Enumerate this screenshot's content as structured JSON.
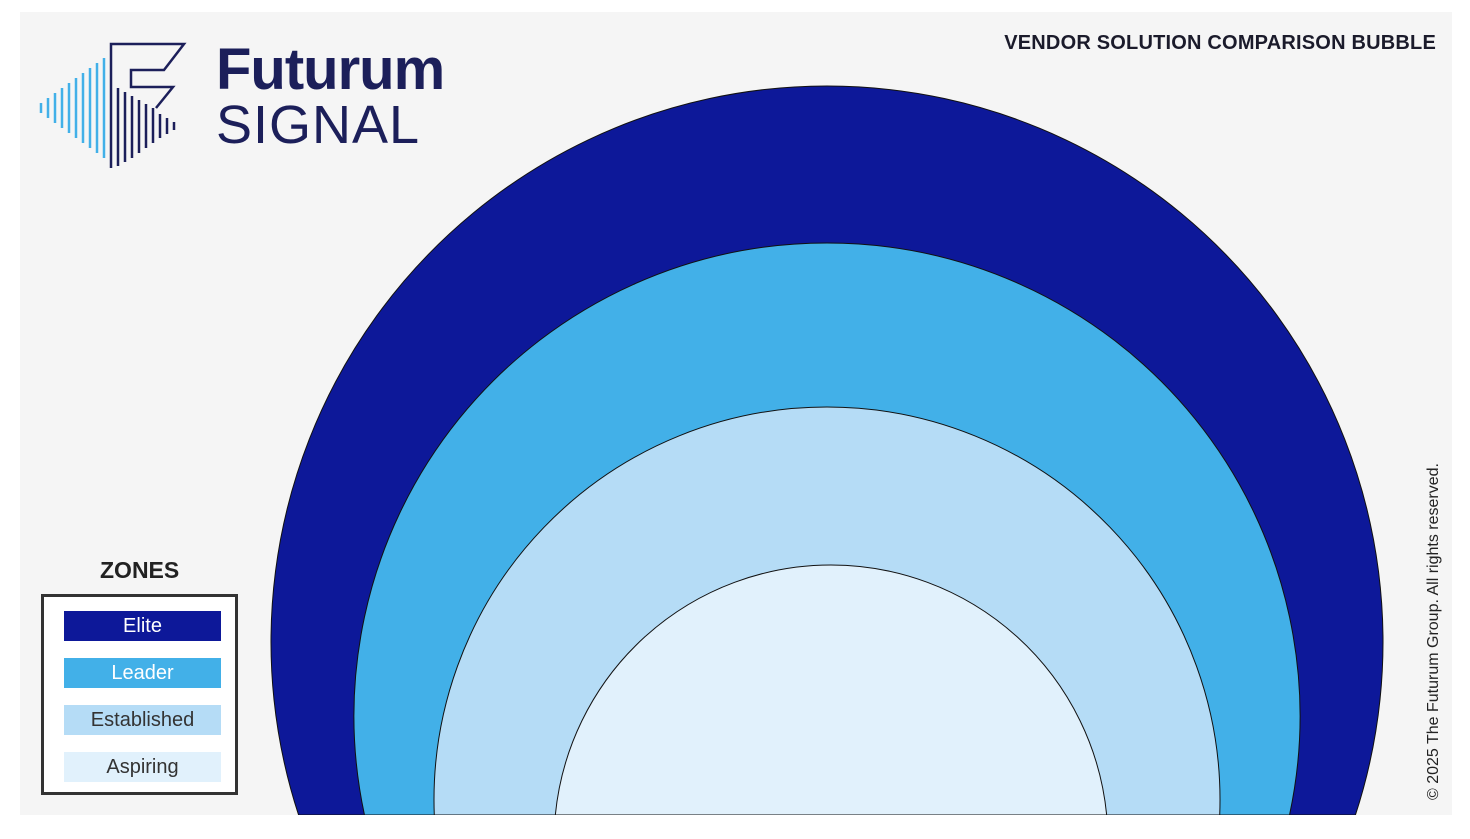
{
  "header": {
    "title": "VENDOR SOLUTION COMPARISON BUBBLE"
  },
  "logo": {
    "line1": "Futurum",
    "line2": "SIGNAL"
  },
  "legend": {
    "title": "ZONES",
    "zones": [
      {
        "label": "Elite",
        "color": "#0d1899",
        "text_color": "#ffffff"
      },
      {
        "label": "Leader",
        "color": "#42b0e8",
        "text_color": "#ffffff"
      },
      {
        "label": "Established",
        "color": "#b5dcf6",
        "text_color": "#333333"
      },
      {
        "label": "Aspiring",
        "color": "#e1f1fc",
        "text_color": "#333333"
      }
    ]
  },
  "copyright": "© 2025 The Futurum Group. All rights reserved."
}
